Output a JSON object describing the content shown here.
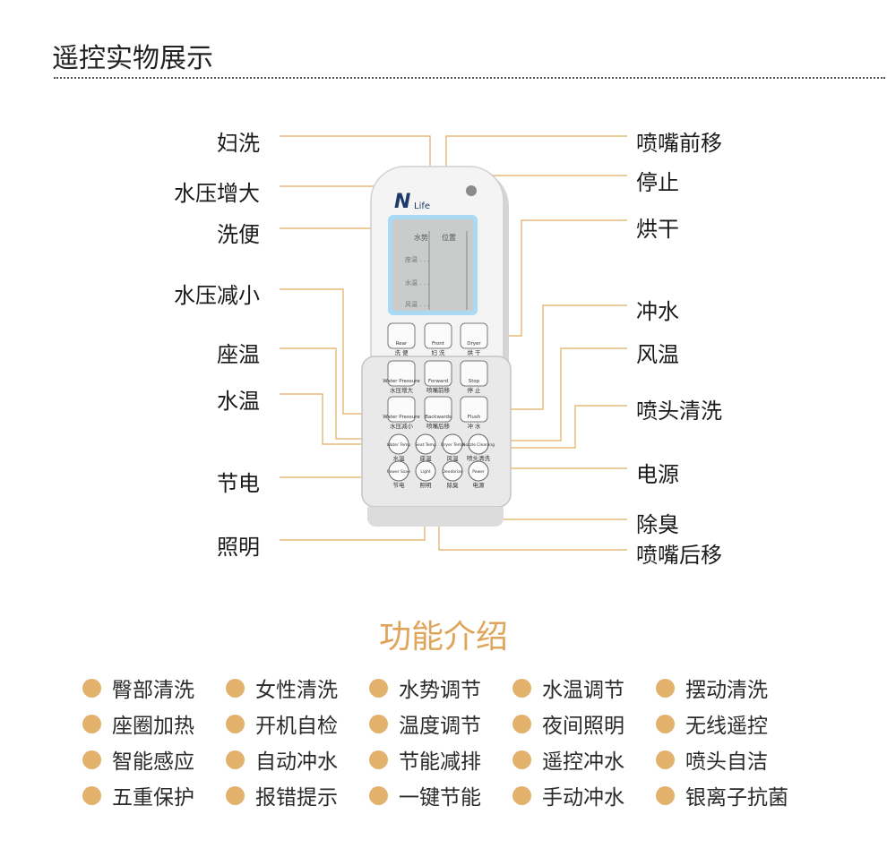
{
  "page_title": "遥控实物展示",
  "remote": {
    "brand": "Life",
    "lcd": {
      "line1_a": "水势",
      "line1_b": "位置",
      "line2": "座温 . . .",
      "line3": "水温 . . .",
      "line4": "风温 . . ."
    },
    "keys": [
      {
        "en": "Rear",
        "cn": "洗 便"
      },
      {
        "en": "Front",
        "cn": "妇 洗"
      },
      {
        "en": "Dryer",
        "cn": "烘 干"
      },
      {
        "en": "Water Pressure",
        "cn": "水压增大"
      },
      {
        "en": "Forward",
        "cn": "喷嘴前移"
      },
      {
        "en": "Stop",
        "cn": "停 止"
      },
      {
        "en": "Water Pressure",
        "cn": "水压减小"
      },
      {
        "en": "Backwards",
        "cn": "喷嘴后移"
      },
      {
        "en": "Flush",
        "cn": "冲 水"
      }
    ],
    "small_keys": [
      {
        "en": "Water Temp",
        "cn": "水温"
      },
      {
        "en": "Seat Temp",
        "cn": "座温"
      },
      {
        "en": "Dryer Temp",
        "cn": "风温"
      },
      {
        "en": "Nozzle Cleaning",
        "cn": "喷头清洗"
      },
      {
        "en": "Power Save",
        "cn": "节电"
      },
      {
        "en": "Light",
        "cn": "照明"
      },
      {
        "en": "Deodorize",
        "cn": "除臭"
      },
      {
        "en": "Power",
        "cn": "电源"
      }
    ]
  },
  "callouts_left": [
    "妇洗",
    "水压增大",
    "洗便",
    "水压减小",
    "座温",
    "水温",
    "节电",
    "照明"
  ],
  "callouts_right": [
    "喷嘴前移",
    "停止",
    "烘干",
    "冲水",
    "风温",
    "喷头清洗",
    "电源",
    "除臭",
    "喷嘴后移"
  ],
  "features_title": "功能介绍",
  "features": [
    [
      "臀部清洗",
      "女性清洗",
      "水势调节",
      "水温调节",
      "摆动清洗"
    ],
    [
      "座圈加热",
      "开机自检",
      "温度调节",
      "夜间照明",
      "无线遥控"
    ],
    [
      "智能感应",
      "自动冲水",
      "节能减排",
      "遥控冲水",
      "喷头自洁"
    ],
    [
      "五重保护",
      "报错提示",
      "一键节能",
      "手动冲水",
      "银离子抗菌"
    ]
  ],
  "colors": {
    "accent": "#dfa55b",
    "line": "#e0ac5e",
    "dot": "#e2b26c",
    "lcd_bg": "#c9ccca",
    "lcd_frame": "#9fd2ef"
  }
}
